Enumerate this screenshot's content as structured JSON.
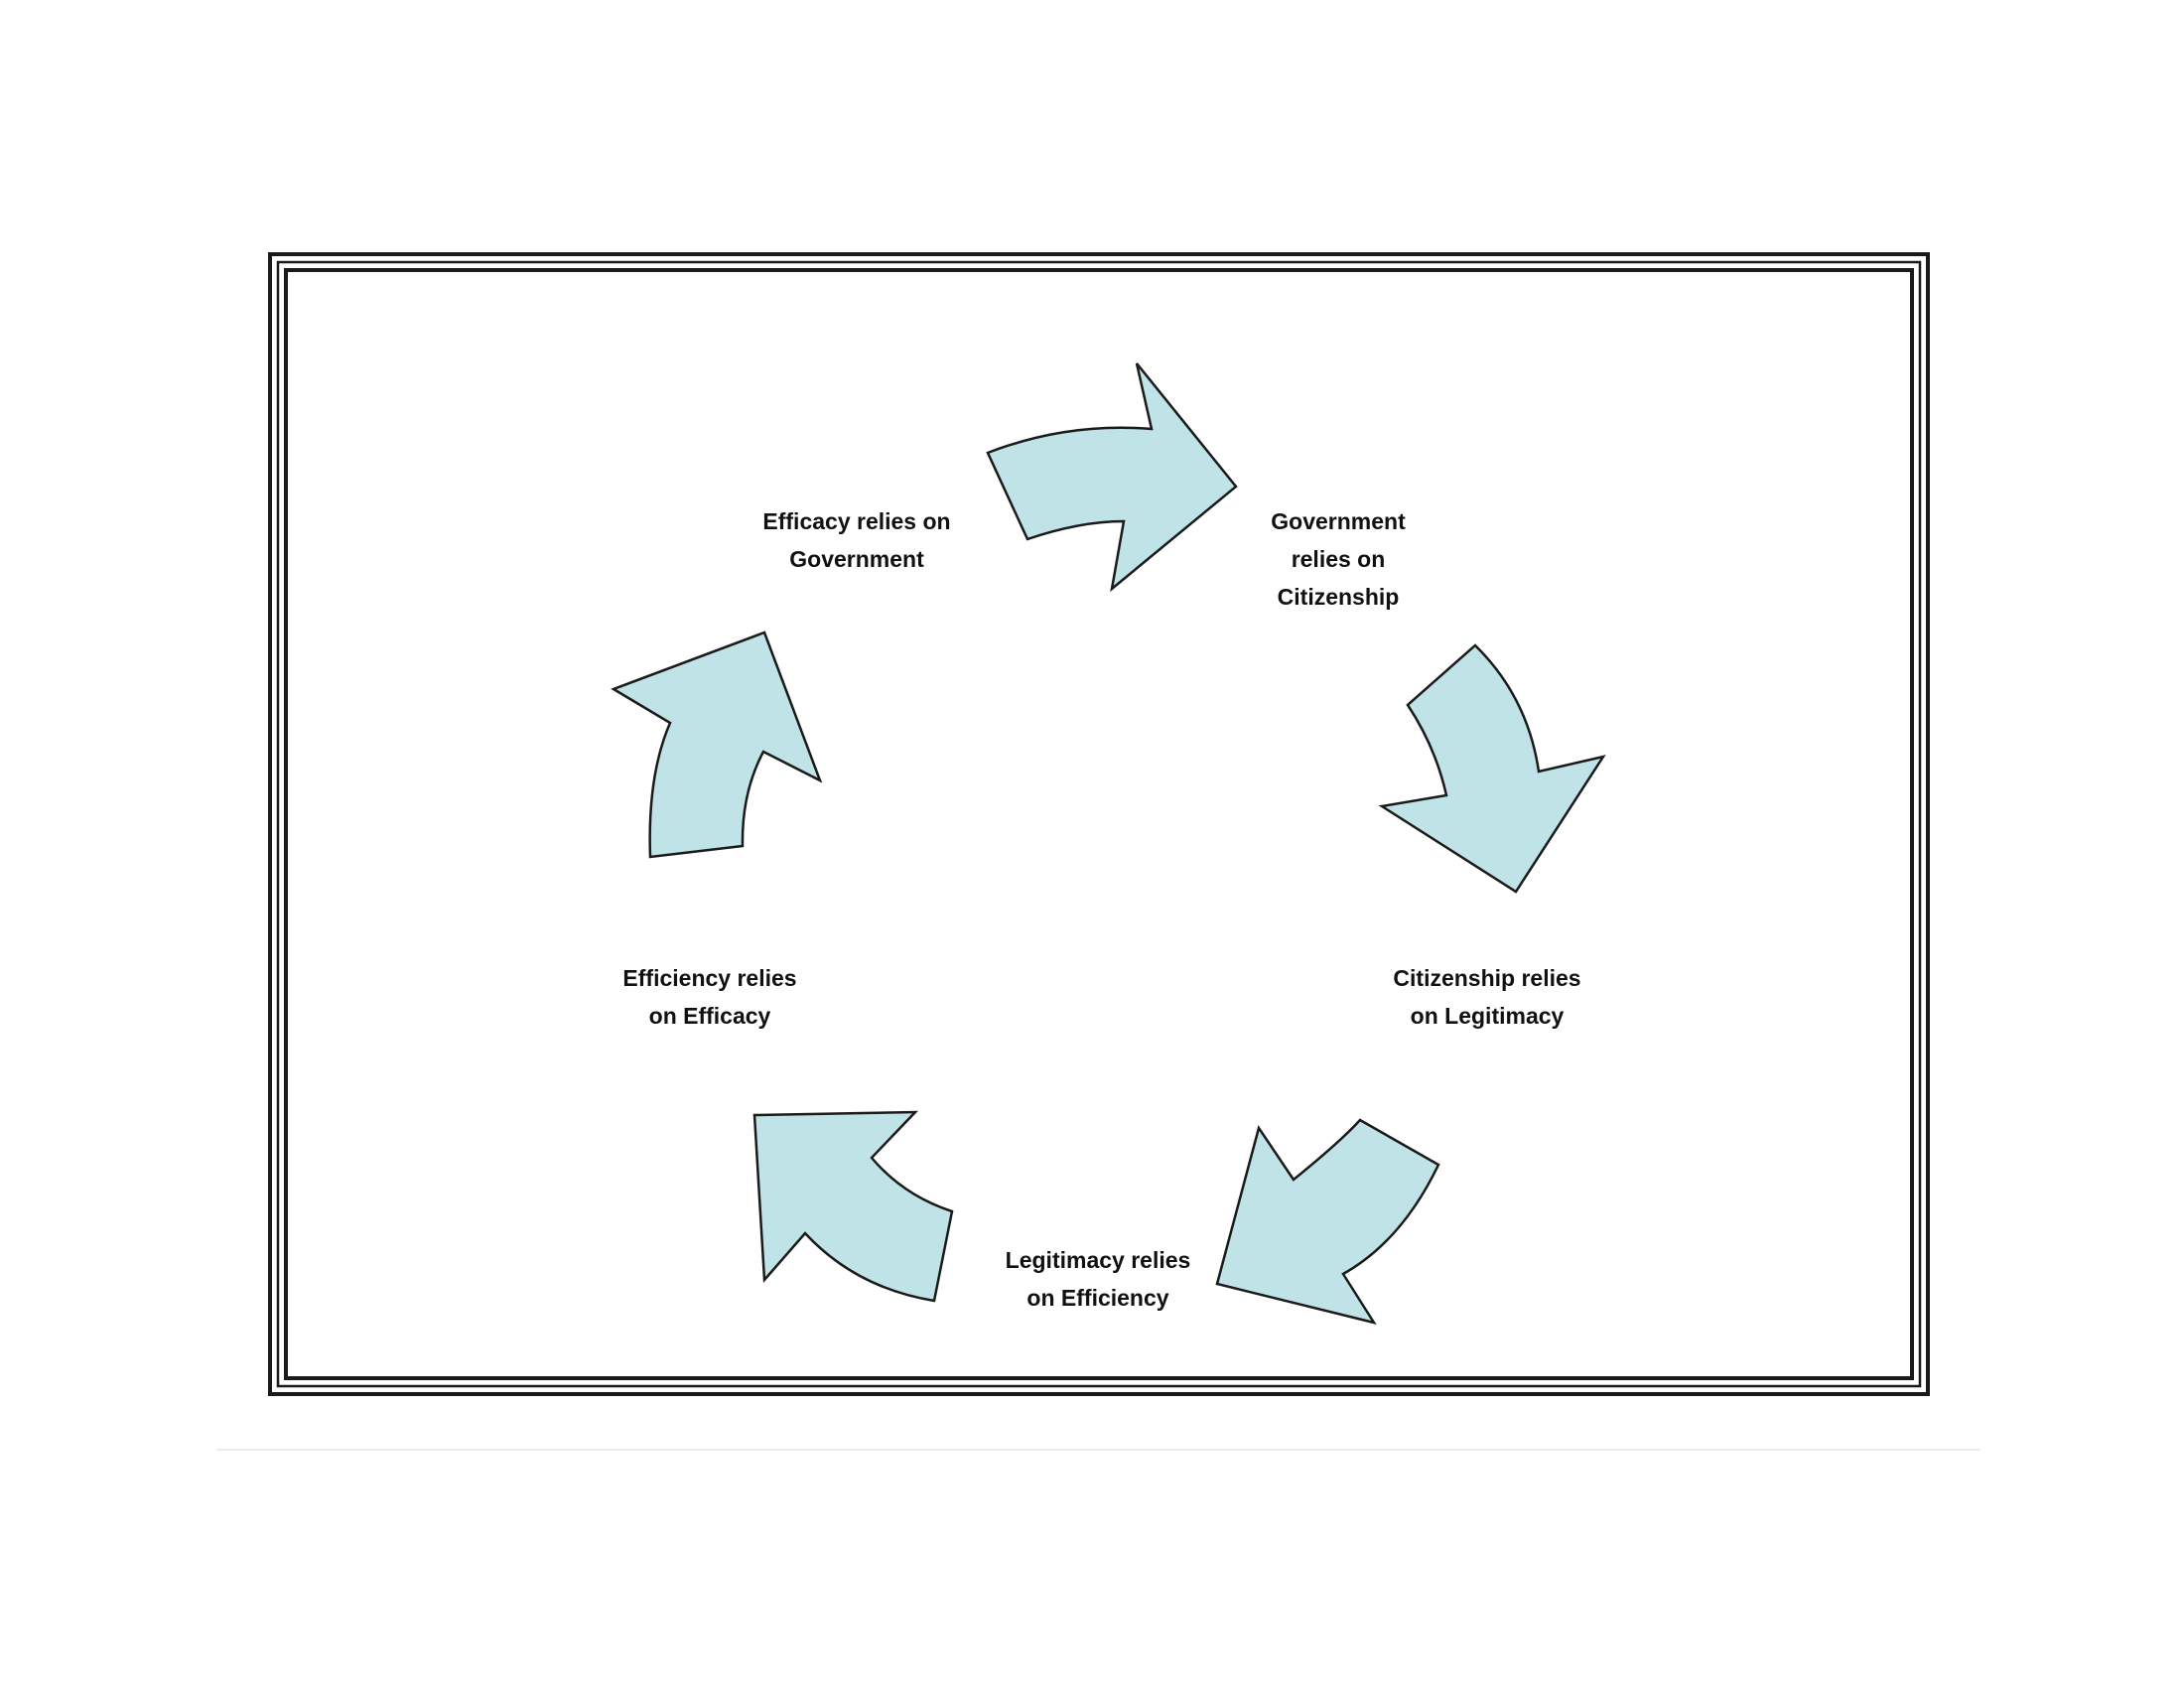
{
  "diagram": {
    "type": "cycle",
    "arrow_fill": "#bfe3e6",
    "arrow_stroke": "#1a1a1a",
    "frame_color": "#1a1a1a",
    "labels": [
      {
        "id": "efficacy",
        "lines": [
          "Efficacy relies on",
          "Government"
        ]
      },
      {
        "id": "government",
        "lines": [
          "Government",
          "relies on",
          "Citizenship"
        ]
      },
      {
        "id": "citizenship",
        "lines": [
          "Citizenship relies",
          "on Legitimacy"
        ]
      },
      {
        "id": "legitimacy",
        "lines": [
          "Legitimacy relies",
          "on Efficiency"
        ]
      },
      {
        "id": "efficiency",
        "lines": [
          "Efficiency relies",
          "on Efficacy"
        ]
      }
    ],
    "arrows": [
      {
        "id": "arrow-efficacy-to-government",
        "from": "efficacy",
        "to": "government",
        "direction": "clockwise"
      },
      {
        "id": "arrow-government-to-citizenship",
        "from": "government",
        "to": "citizenship",
        "direction": "clockwise"
      },
      {
        "id": "arrow-citizenship-to-legitimacy",
        "from": "citizenship",
        "to": "legitimacy",
        "direction": "clockwise"
      },
      {
        "id": "arrow-legitimacy-to-efficiency",
        "from": "legitimacy",
        "to": "efficiency",
        "direction": "clockwise"
      },
      {
        "id": "arrow-efficiency-to-efficacy",
        "from": "efficiency",
        "to": "efficacy",
        "direction": "clockwise"
      }
    ]
  }
}
